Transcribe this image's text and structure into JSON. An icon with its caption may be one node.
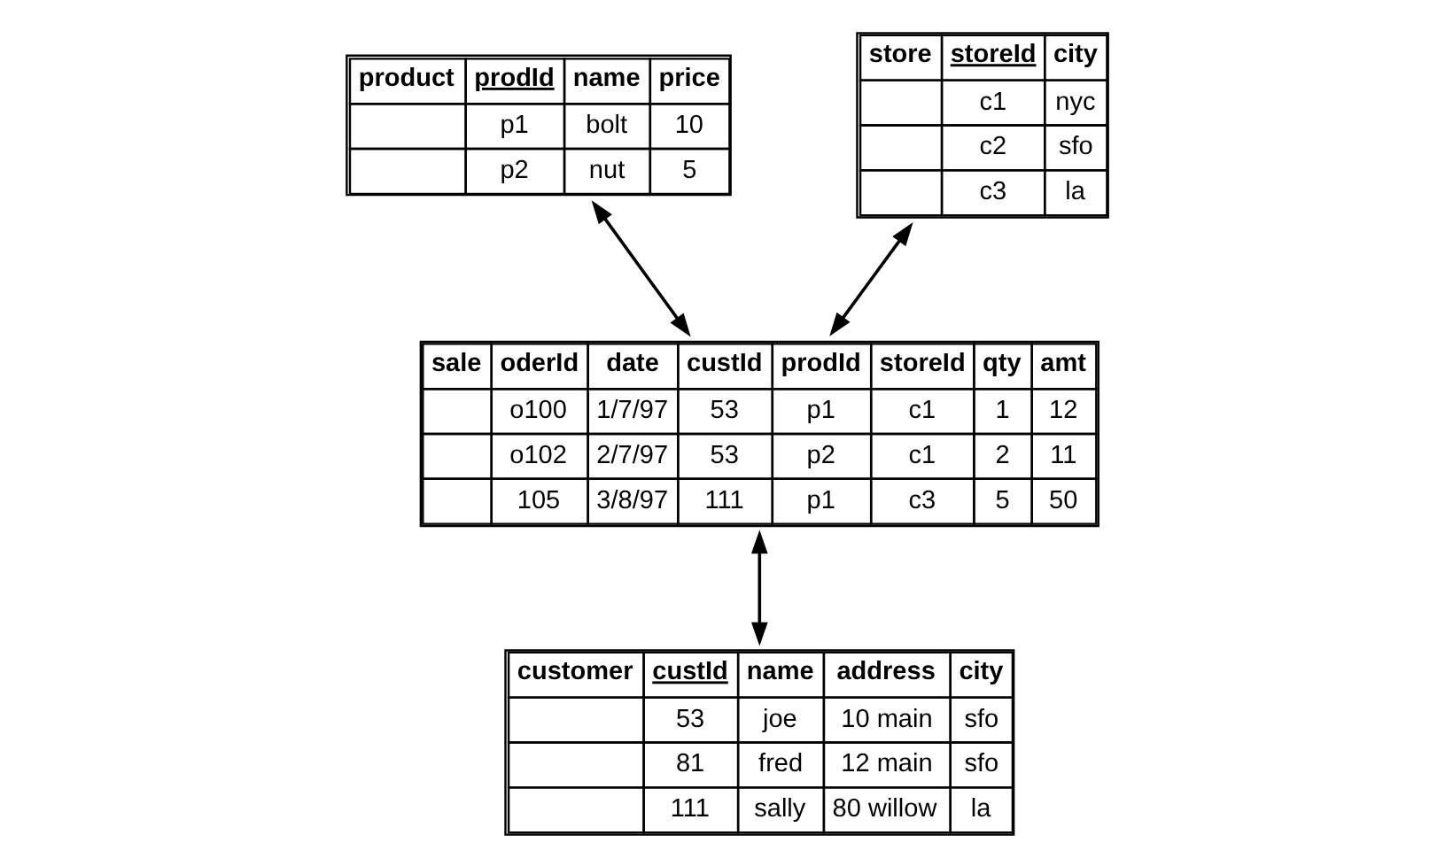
{
  "diagram": {
    "nodes": [
      {
        "text": [
          "product",
          "prodId",
          "name",
          "price",
          "p1",
          "bolt",
          "10",
          "p2",
          "nut",
          "5"
        ]
      },
      {
        "text": [
          "store",
          "storeId",
          "city",
          "c1",
          "nyc",
          "c2",
          "sfo",
          "c3",
          "la"
        ]
      },
      {
        "text": [
          "sale",
          "oderId",
          "date",
          "custId",
          "prodId",
          "storeId",
          "qty",
          "amt",
          "o100",
          "1/7/97",
          "53",
          "p1",
          "c1",
          "1",
          "12",
          "o102",
          "2/7/97",
          "53",
          "p2",
          "c1",
          "2",
          "11",
          "105",
          "3/8/97",
          "111",
          "p1",
          "c3",
          "5",
          "50"
        ]
      },
      {
        "text": [
          "customer",
          "custId",
          "name",
          "address",
          "city",
          "53",
          "joe",
          "10 main",
          "sfo",
          "81",
          "fred",
          "12 main",
          "sfo",
          "111",
          "sally",
          "80 willow",
          "la"
        ]
      }
    ],
    "edges": [
      {
        "from": 0,
        "to": 2,
        "arrow": "both"
      },
      {
        "from": 1,
        "to": 2,
        "arrow": "both"
      },
      {
        "from": 2,
        "to": 3,
        "arrow": "both"
      }
    ]
  }
}
